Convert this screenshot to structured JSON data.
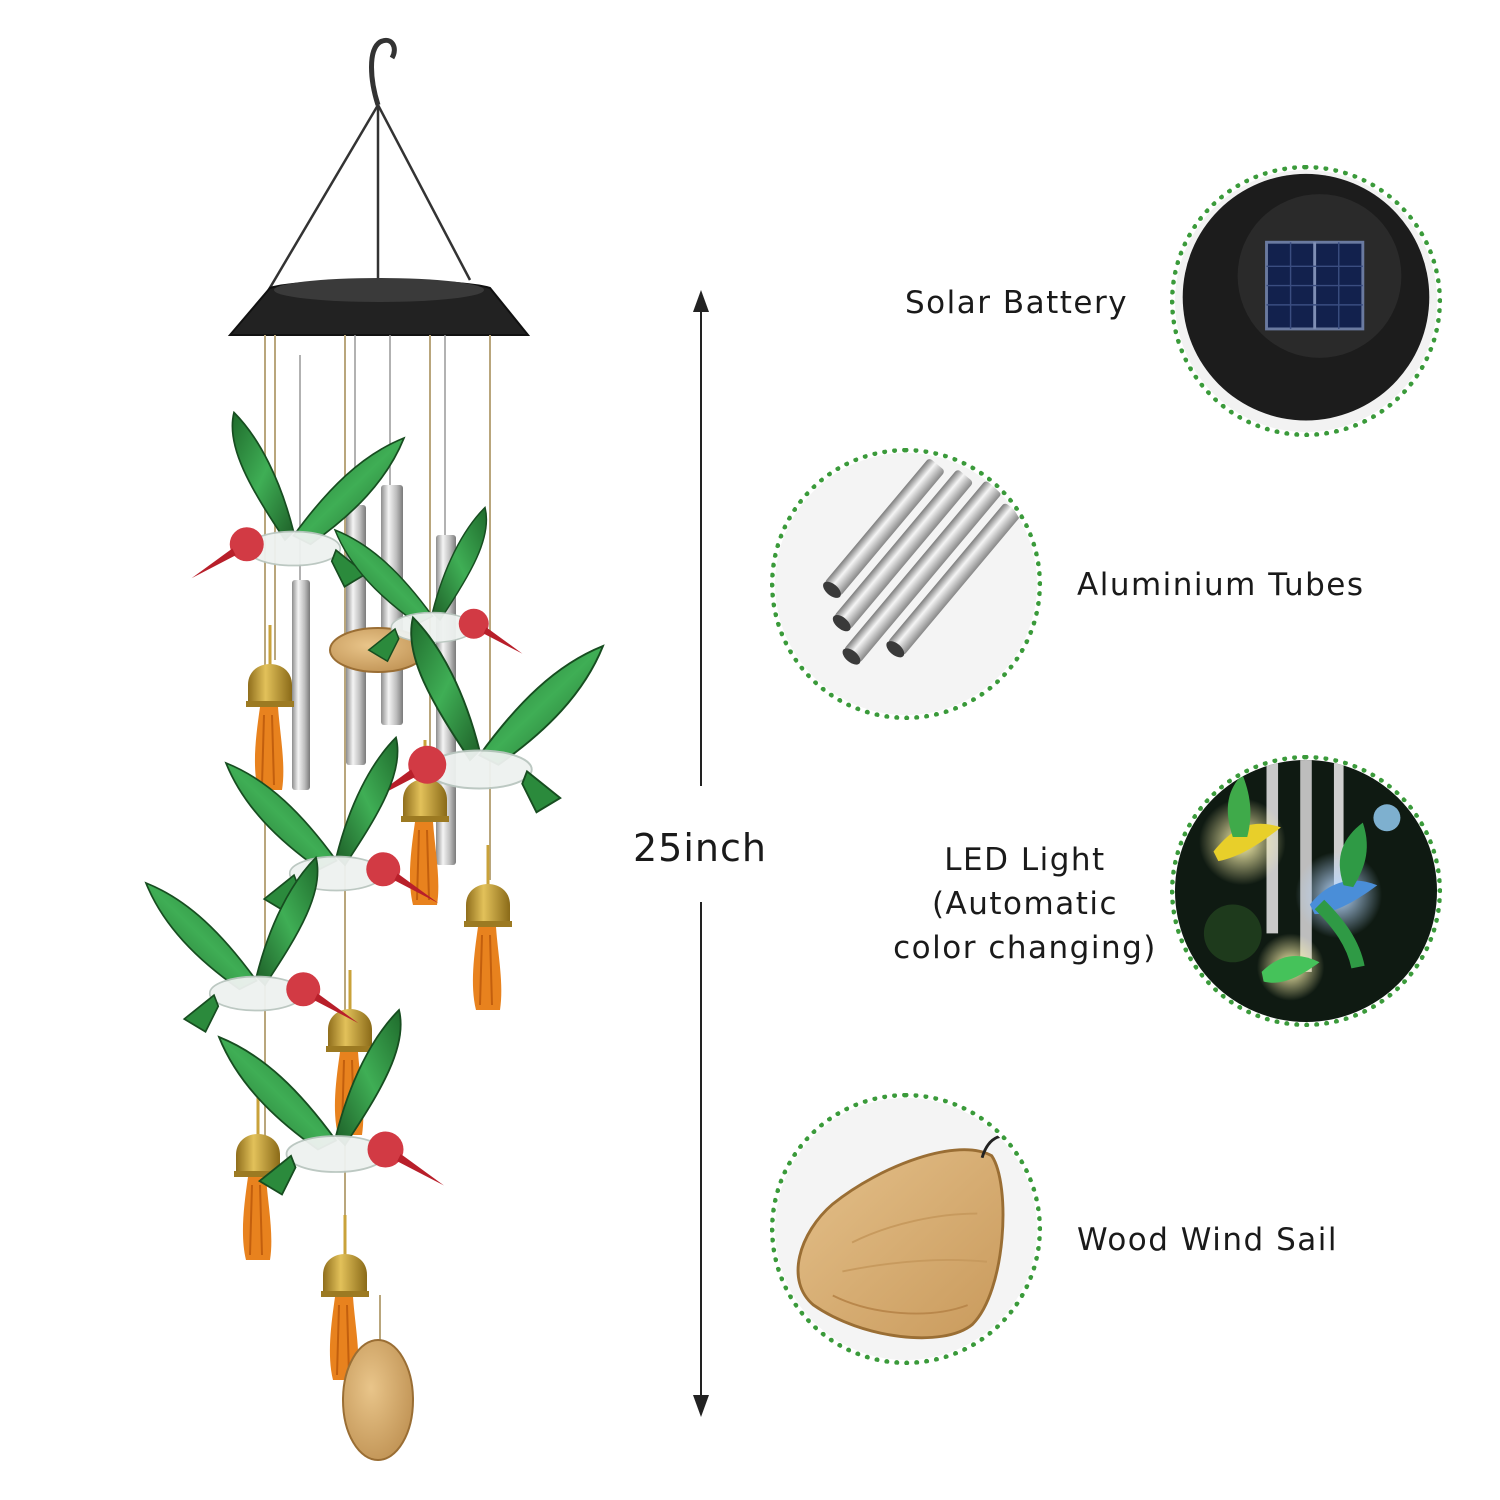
{
  "product": {
    "height_label": "25inch"
  },
  "features": [
    {
      "id": "solar",
      "label": "Solar Battery",
      "icon": "solar-panel-icon"
    },
    {
      "id": "tubes",
      "label": "Aluminium Tubes",
      "icon": "aluminium-tubes-icon"
    },
    {
      "id": "led",
      "label_lines": [
        "LED Light",
        "(Automatic",
        "color changing)"
      ],
      "icon": "led-hummingbird-icon"
    },
    {
      "id": "sail",
      "label": "Wood Wind Sail",
      "icon": "wood-sail-icon"
    }
  ],
  "colors": {
    "circle_border": "#3a9a3a",
    "bird_green": "#2e8b3e",
    "bird_red": "#c8232c",
    "bell_gold": "#c9a23a",
    "tassel_orange": "#e8821e",
    "wood": "#d9b07a"
  }
}
